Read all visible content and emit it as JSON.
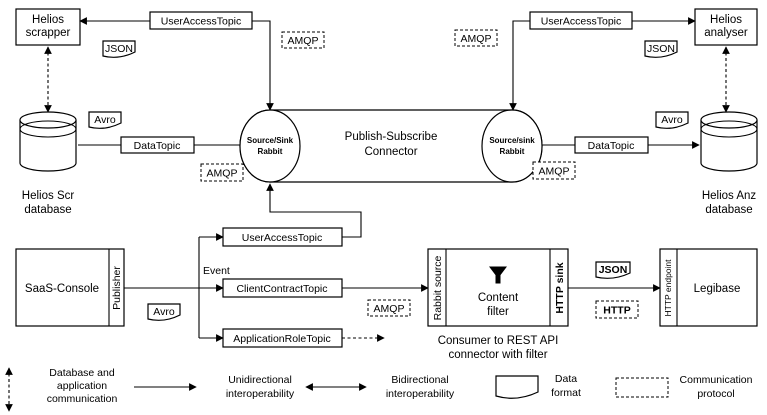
{
  "nodes": {
    "helios_scrapper": "Helios\nscrapper",
    "helios_analyser": "Helios\nanalyser",
    "helios_scr_db": "Helios Scr\ndatabase",
    "helios_anz_db": "Helios Anz\ndatabase",
    "source_sink_left": "Source/Sink\nRabbit",
    "source_sink_right": "Source/sink\nRabbit",
    "connector": "Publish-Subscribe\nConnector",
    "saas_console": "SaaS-Console",
    "publisher": "Publisher",
    "rabbit_source": "Rabbit source",
    "content_filter": "Content\nfilter",
    "http_sink": "HTTP sink",
    "consumer_caption": "Consumer to REST API\nconnector with filter",
    "http_endpoint": "HTTP endpoint",
    "legibase": "Legibase"
  },
  "topics": {
    "user_access_left": "UserAccessTopic",
    "user_access_right": "UserAccessTopic",
    "data_left": "DataTopic",
    "data_right": "DataTopic",
    "user_access_bottom": "UserAccessTopic",
    "client_contract": "ClientContractTopic",
    "application_role": "ApplicationRoleTopic"
  },
  "formats": {
    "json_left": "JSON",
    "json_right": "JSON",
    "avro_left": "Avro",
    "avro_right": "Avro",
    "avro_bottom": "Avro",
    "json_bottom": "JSON"
  },
  "protocols": {
    "amqp_top_left": "AMQP",
    "amqp_top_right": "AMQP",
    "amqp_mid_left": "AMQP",
    "amqp_mid_right": "AMQP",
    "amqp_bottom": "AMQP",
    "http_bottom": "HTTP"
  },
  "labels": {
    "event": "Event"
  },
  "legend": {
    "db_app": "Database and\napplication\ncommunication",
    "unidirectional": "Unidirectional\ninteroperability",
    "bidirectional": "Bidirectional\ninteroperability",
    "data_format": "Data\nformat",
    "comm_protocol": "Communication\nprotocol"
  }
}
